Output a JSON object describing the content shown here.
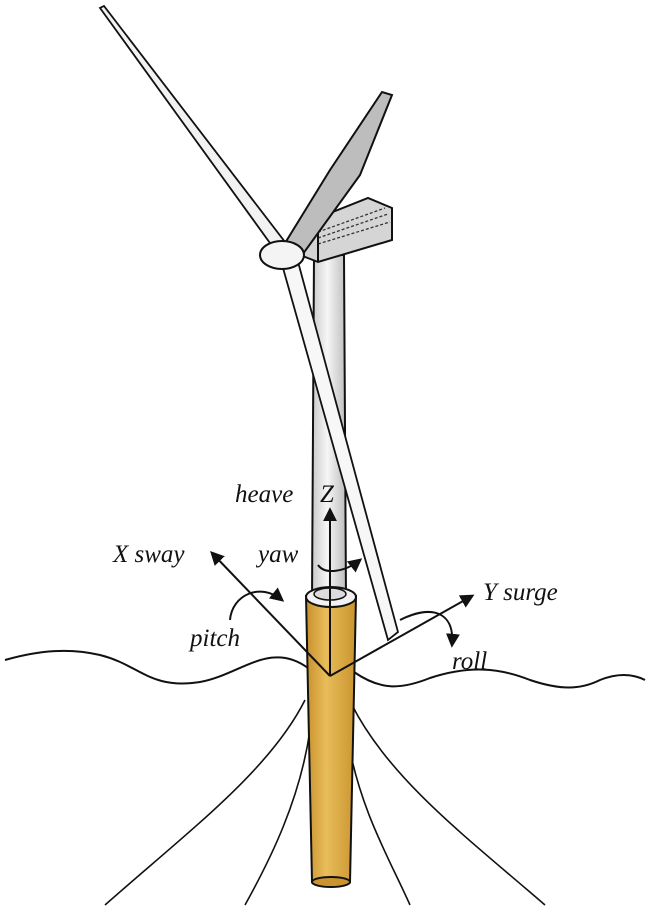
{
  "labels": {
    "heave": "heave",
    "z": "Z",
    "x_sway": "X sway",
    "yaw": "yaw",
    "pitch": "pitch",
    "y_surge": "Y surge",
    "roll": "roll"
  },
  "colors": {
    "spar": "#d9a941",
    "tower": "#e4e4e4",
    "outline": "#111111"
  }
}
